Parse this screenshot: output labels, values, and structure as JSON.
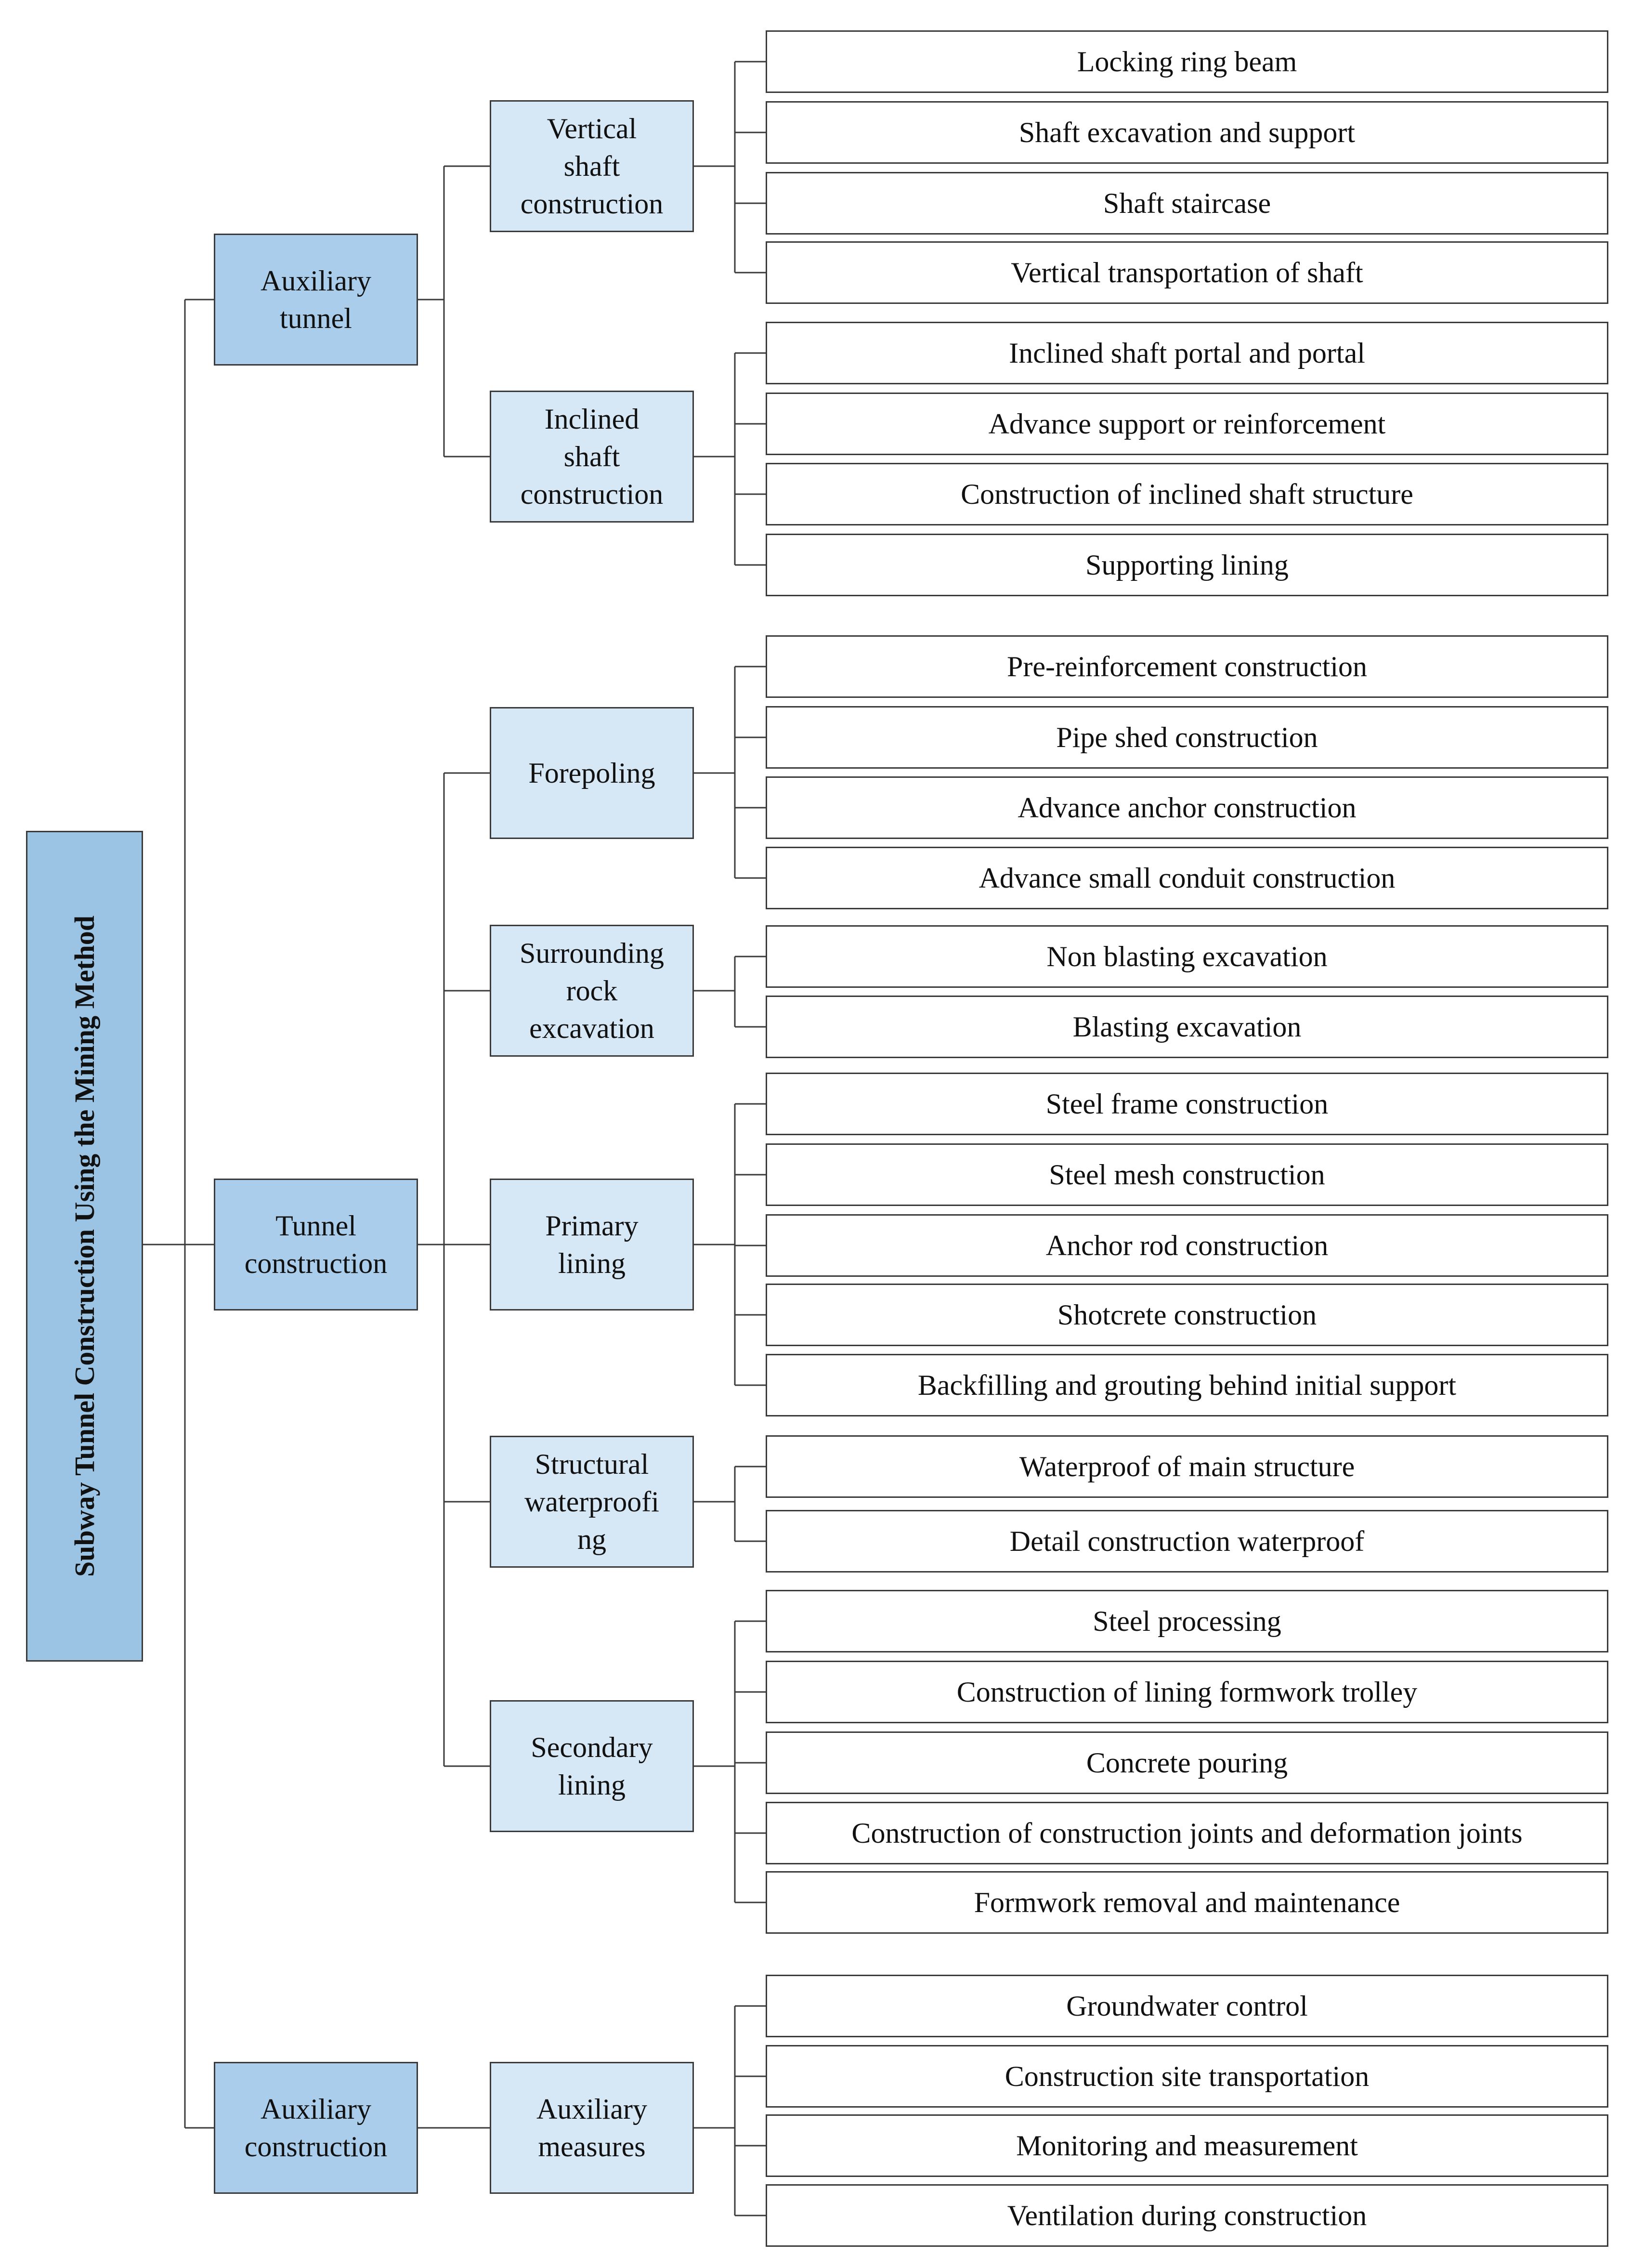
{
  "root": {
    "label": "Subway Tunnel Construction Using the Mining Method"
  },
  "groups": [
    {
      "label": "Auxiliary\ntunnel",
      "children": [
        {
          "label": "Vertical\nshaft\nconstruction",
          "items": [
            "Locking ring beam",
            "Shaft excavation and support",
            "Shaft staircase",
            "Vertical transportation of shaft"
          ]
        },
        {
          "label": "Inclined\nshaft\nconstruction",
          "items": [
            "Inclined shaft portal and portal",
            "Advance support or reinforcement",
            "Construction of inclined shaft structure",
            "Supporting lining"
          ]
        }
      ]
    },
    {
      "label": "Tunnel\nconstruction",
      "children": [
        {
          "label": "Forepoling",
          "items": [
            "Pre-reinforcement construction",
            "Pipe shed construction",
            "Advance anchor construction",
            "Advance small conduit construction"
          ]
        },
        {
          "label": "Surrounding\nrock\nexcavation",
          "items": [
            "Non blasting excavation",
            "Blasting excavation"
          ]
        },
        {
          "label": "Primary\nlining",
          "items": [
            "Steel frame construction",
            "Steel mesh construction",
            "Anchor rod construction",
            "Shotcrete construction",
            "Backfilling and grouting behind initial support"
          ]
        },
        {
          "label": "Structural\nwaterproofi\nng",
          "items": [
            "Waterproof of main structure",
            "Detail construction waterproof"
          ]
        },
        {
          "label": "Secondary\nlining",
          "items": [
            "Steel processing",
            "Construction of lining formwork trolley",
            "Concrete pouring",
            "Construction of construction joints and deformation joints",
            "Formwork removal and maintenance"
          ]
        }
      ]
    },
    {
      "label": "Auxiliary\nconstruction",
      "children": [
        {
          "label": "Auxiliary\nmeasures",
          "items": [
            "Groundwater control",
            "Construction site transportation",
            "Monitoring and measurement",
            "Ventilation during construction"
          ]
        }
      ]
    }
  ]
}
